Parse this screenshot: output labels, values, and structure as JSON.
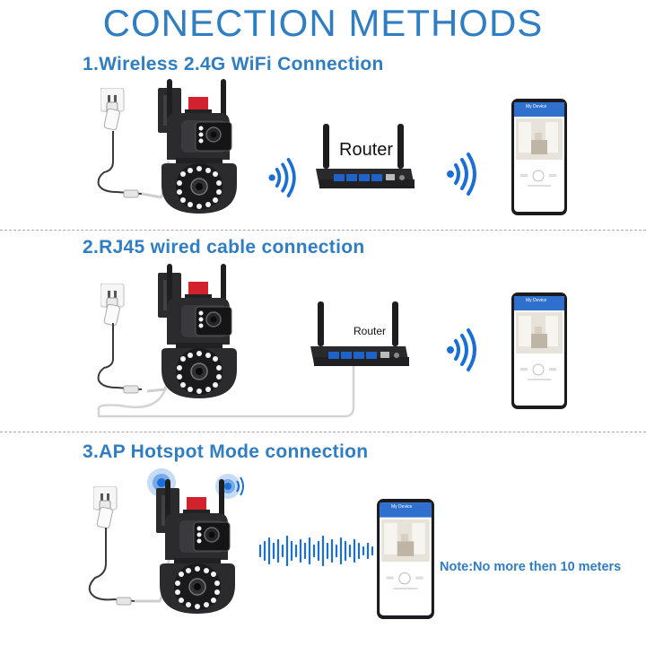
{
  "title": "CONECTION METHODS",
  "colors": {
    "title": "#2f7ec3",
    "label": "#2f7ec3",
    "note": "#2f7ec3",
    "wifi": "#1a6fd6",
    "camera_body": "#2b2b2e",
    "accent_red": "#d1222e",
    "router_body": "#2a2a2d",
    "port_blue": "#1f63c8",
    "cable": "#cfcfcf"
  },
  "sections": [
    {
      "label": "1.Wireless 2.4G WiFi Connection",
      "router_label": "Router"
    },
    {
      "label": "2.RJ45 wired cable connection",
      "router_label": "Router"
    },
    {
      "label": "3.AP Hotspot Mode connection"
    }
  ],
  "phone_header": "My Device",
  "note": "Note:No more then 10 meters",
  "icons": [
    "power-socket-icon",
    "security-camera-icon",
    "wifi-signal-icon",
    "router-icon",
    "smartphone-icon",
    "ethernet-cable-icon",
    "sound-wave-icon"
  ]
}
